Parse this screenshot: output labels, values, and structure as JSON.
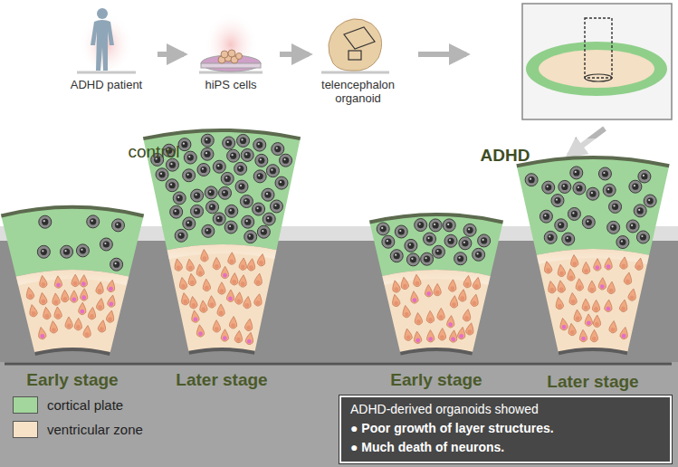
{
  "diagram": {
    "nodes": [
      {
        "text": [
          "ADHD patient"
        ]
      },
      {
        "text": [
          "hiPS cells"
        ]
      },
      {
        "text": [
          "telencephalon organoid"
        ]
      },
      {
        "text": [
          "ADHD-derived organoids showed",
          "● Poor growth of layer structures.",
          "● Much death of neurons."
        ]
      }
    ],
    "edges": [
      {
        "from": 0,
        "to": 1,
        "arrow": "to"
      },
      {
        "from": 1,
        "to": 2,
        "arrow": "to"
      }
    ],
    "labels": [
      "control",
      "ADHD",
      "Early stage",
      "Later stage",
      "Early stage",
      "Later stage"
    ],
    "legend": [
      {
        "text": "cortical plate",
        "color": "#a3d69c"
      },
      {
        "text": "ventricular zone",
        "color": "#f7e2c8"
      }
    ]
  }
}
